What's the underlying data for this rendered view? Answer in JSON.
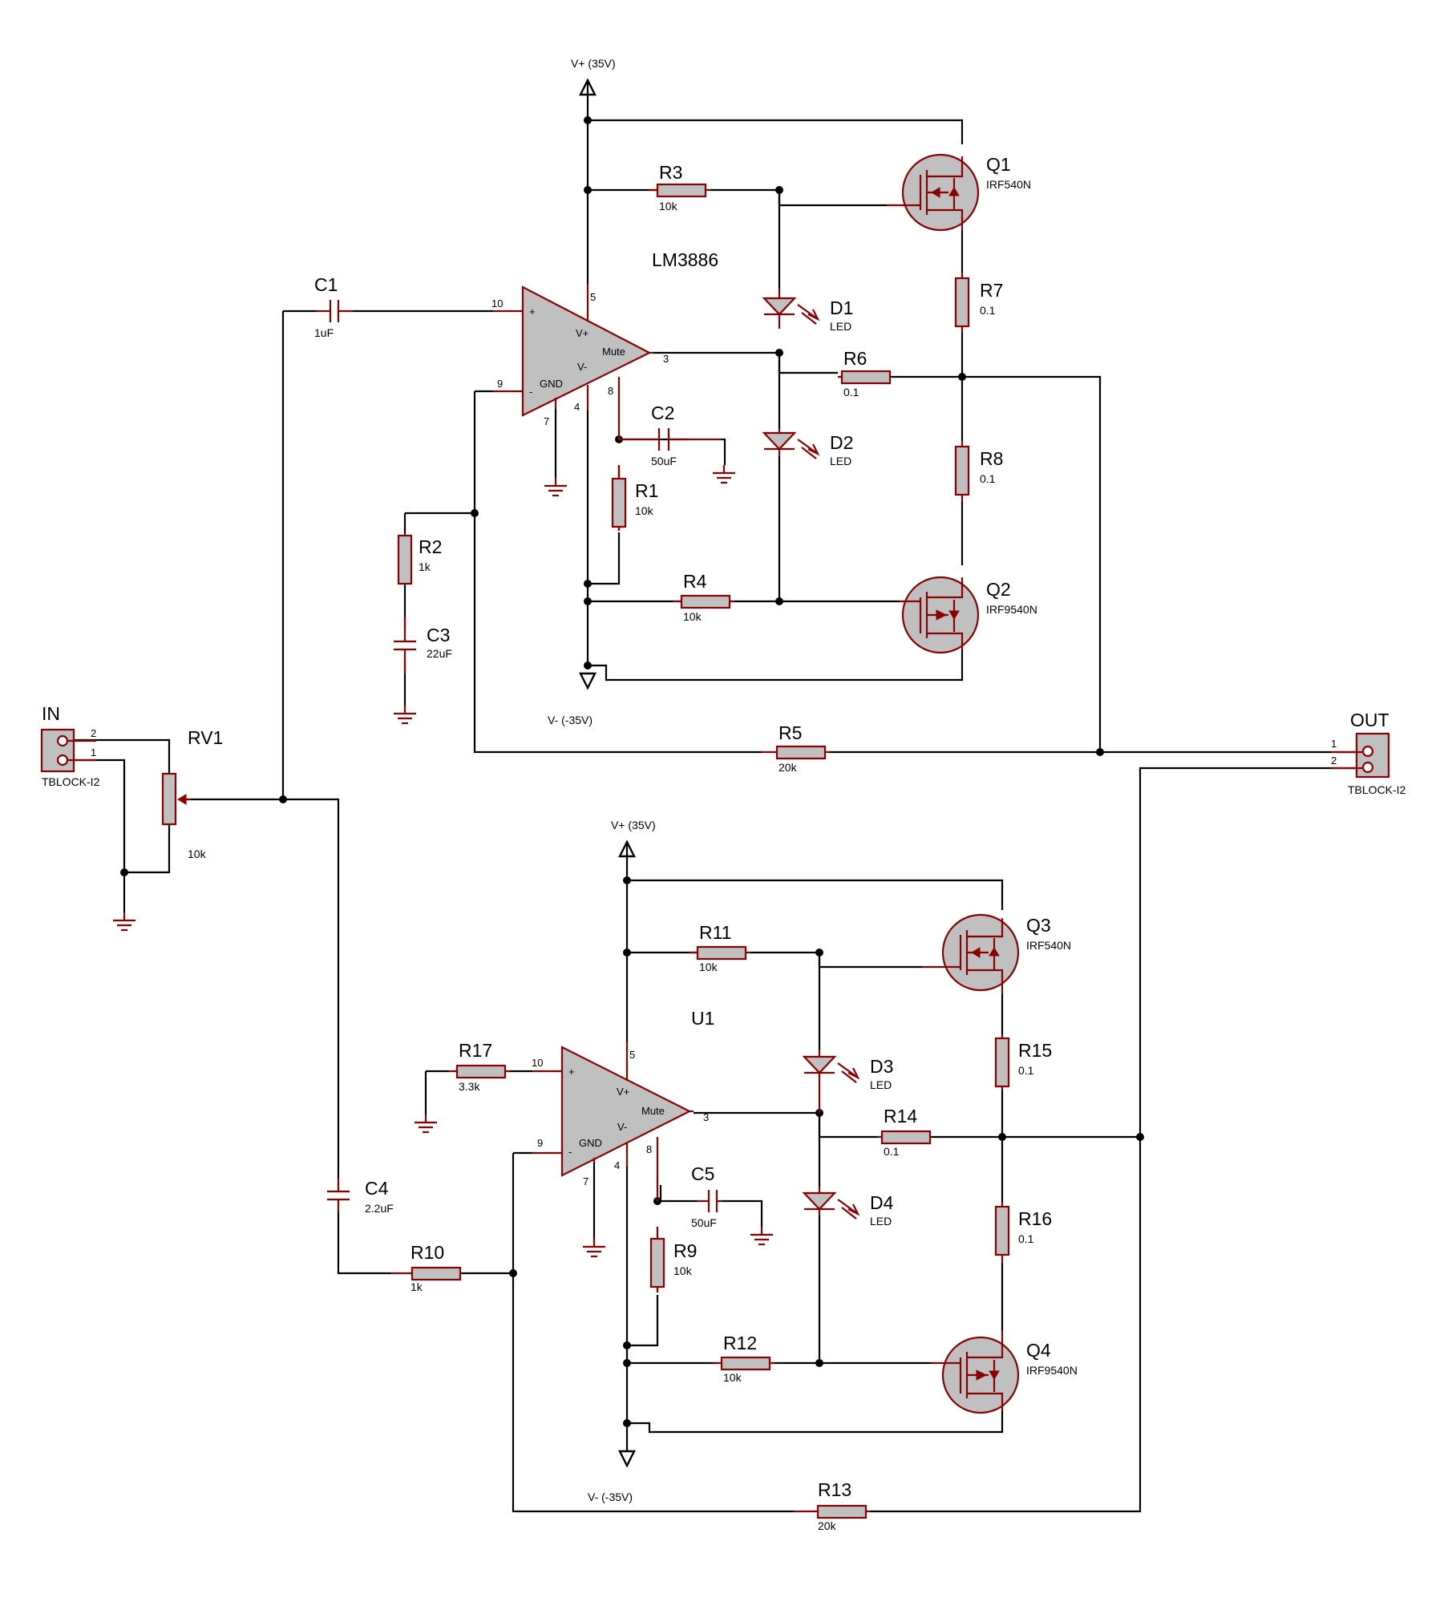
{
  "power": {
    "vplus": "V+ (35V)",
    "vminus": "V- (-35V)"
  },
  "connectors": {
    "in": {
      "ref": "IN",
      "type": "TBLOCK-I2",
      "pin_top": "2",
      "pin_bottom": "1"
    },
    "out": {
      "ref": "OUT",
      "type": "TBLOCK-I2",
      "pin_top": "1",
      "pin_bottom": "2"
    }
  },
  "rv1": {
    "ref": "RV1",
    "val": "10k"
  },
  "opamp1": {
    "label": "LM3886",
    "pin_plus": "10",
    "pin_minus": "9",
    "pin_out": "3",
    "pin_vp": "5",
    "pin_vm": "4",
    "pin_mute": "8",
    "pin_gnd": "7",
    "txt_plus": "+",
    "txt_minus": "-",
    "txt_vp": "V+",
    "txt_vm": "V-",
    "txt_mute": "Mute",
    "txt_gnd": "GND"
  },
  "opamp2": {
    "label": "U1",
    "pin_plus": "10",
    "pin_minus": "9",
    "pin_out": "3",
    "pin_vp": "5",
    "pin_vm": "4",
    "pin_mute": "8",
    "pin_gnd": "7",
    "txt_plus": "+",
    "txt_minus": "-",
    "txt_vp": "V+",
    "txt_vm": "V-",
    "txt_mute": "Mute",
    "txt_gnd": "GND"
  },
  "parts": {
    "C1": {
      "ref": "C1",
      "val": "1uF"
    },
    "C2": {
      "ref": "C2",
      "val": "50uF"
    },
    "C3": {
      "ref": "C3",
      "val": "22uF"
    },
    "C4": {
      "ref": "C4",
      "val": "2.2uF"
    },
    "C5": {
      "ref": "C5",
      "val": "50uF"
    },
    "R1": {
      "ref": "R1",
      "val": "10k"
    },
    "R2": {
      "ref": "R2",
      "val": "1k"
    },
    "R3": {
      "ref": "R3",
      "val": "10k"
    },
    "R4": {
      "ref": "R4",
      "val": "10k"
    },
    "R5": {
      "ref": "R5",
      "val": "20k"
    },
    "R6": {
      "ref": "R6",
      "val": "0.1"
    },
    "R7": {
      "ref": "R7",
      "val": "0.1"
    },
    "R8": {
      "ref": "R8",
      "val": "0.1"
    },
    "R9": {
      "ref": "R9",
      "val": "10k"
    },
    "R10": {
      "ref": "R10",
      "val": "1k"
    },
    "R11": {
      "ref": "R11",
      "val": "10k"
    },
    "R12": {
      "ref": "R12",
      "val": "10k"
    },
    "R13": {
      "ref": "R13",
      "val": "20k"
    },
    "R14": {
      "ref": "R14",
      "val": "0.1"
    },
    "R15": {
      "ref": "R15",
      "val": "0.1"
    },
    "R16": {
      "ref": "R16",
      "val": "0.1"
    },
    "R17": {
      "ref": "R17",
      "val": "3.3k"
    },
    "D1": {
      "ref": "D1",
      "val": "LED"
    },
    "D2": {
      "ref": "D2",
      "val": "LED"
    },
    "D3": {
      "ref": "D3",
      "val": "LED"
    },
    "D4": {
      "ref": "D4",
      "val": "LED"
    },
    "Q1": {
      "ref": "Q1",
      "val": "IRF540N"
    },
    "Q2": {
      "ref": "Q2",
      "val": "IRF9540N"
    },
    "Q3": {
      "ref": "Q3",
      "val": "IRF540N"
    },
    "Q4": {
      "ref": "Q4",
      "val": "IRF9540N"
    }
  }
}
